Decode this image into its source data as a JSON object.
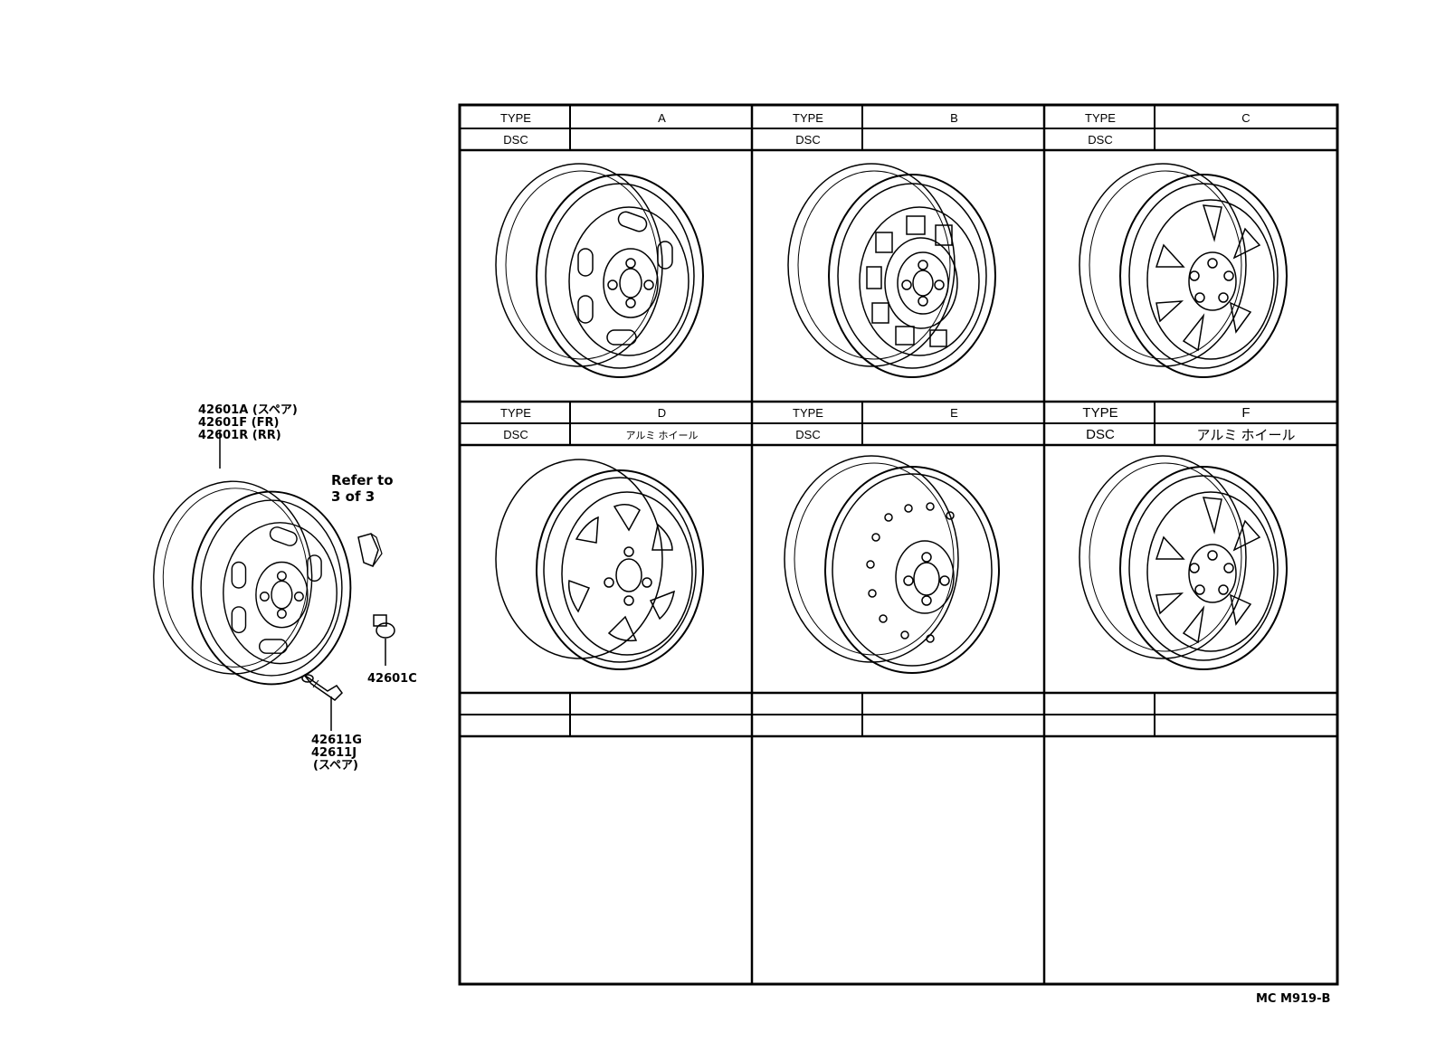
{
  "left_diagram": {
    "callout_main": [
      "42601A (スペア)",
      "42601F (FR)",
      "42601R (RR)"
    ],
    "refer_note": [
      "Refer  to",
      "3  of  3"
    ],
    "callout_nut": "42601C",
    "callout_valve": [
      "42611G",
      "42611J",
      "(スペア)"
    ]
  },
  "table": {
    "type_label": "TYPE",
    "dsc_label": "DSC",
    "wheels": [
      {
        "type": "A",
        "dsc": ""
      },
      {
        "type": "B",
        "dsc": ""
      },
      {
        "type": "C",
        "dsc": ""
      },
      {
        "type": "D",
        "dsc": "アルミ ホイール"
      },
      {
        "type": "E",
        "dsc": ""
      },
      {
        "type": "F",
        "dsc": "アルミ  ホイール"
      }
    ]
  },
  "footer": {
    "code": "MC  M919-B"
  }
}
